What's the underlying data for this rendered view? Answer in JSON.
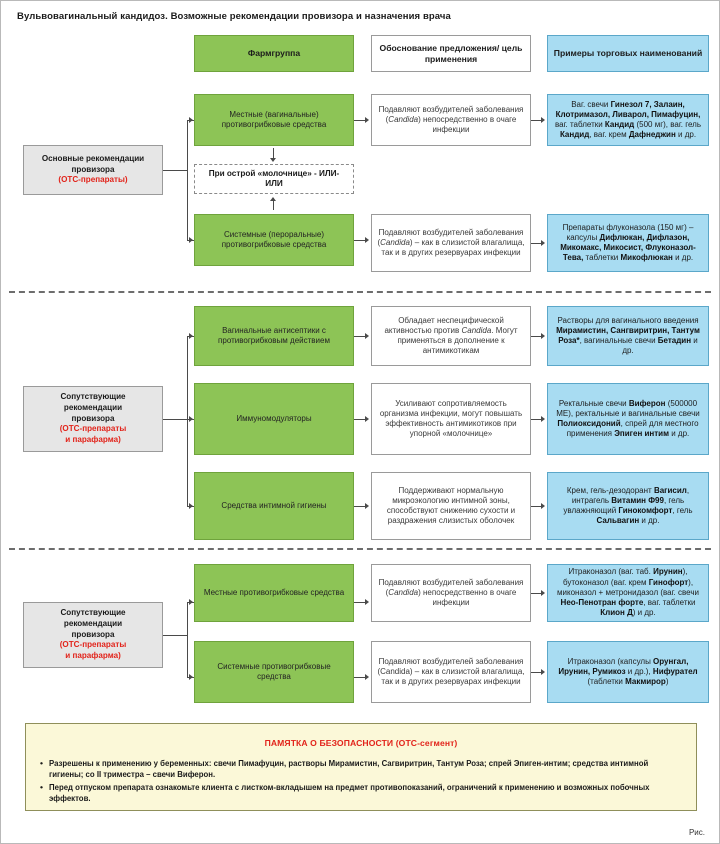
{
  "title": "Вульвовагинальный кандидоз. Возможные рекомендации провизора и назначения врача",
  "figure_label": "Рис.",
  "headers": {
    "pharm_group": "Фармгруппа",
    "rationale": "Обоснование предложения/ цель применения",
    "brands": "Примеры торговых наименований"
  },
  "sections": [
    {
      "id": "section-main",
      "source_label_line1": "Основные рекомендации",
      "source_label_line2": "провизора",
      "source_label_line3": "(ОТС-препараты)",
      "or_box": "При острой «молочнице» - ИЛИ-ИЛИ",
      "rows": [
        {
          "group": "Местные (вагинальные) противогрибковые средства",
          "rationale": "Подавляют возбудителей заболевания (Candida) непосредственно в очаге инфекции",
          "brands": "Ваг. свечи Гинезол 7, Залаин, Клотримазол, Ливарол, Пимафуцин, ваг. таблетки Кандид (500 мг), ваг. гель Кандид, ваг. крем Дафнеджин и др."
        },
        {
          "group": "Системные (пероральные) противогрибковые средства",
          "rationale": "Подавляют возбудителей заболевания (Candida) – как в слизистой влагалища, так и в других резервуарах инфекции",
          "brands": "Препараты флуконазола (150 мг) – капсулы Дифлюкан, Дифлазон, Микомакс, Микосист, Флуконазол-Тева, таблетки Микофлюкан и др."
        }
      ]
    },
    {
      "id": "section-adjunct",
      "source_label_line1": "Сопутствующие",
      "source_label_line2": "рекомендации",
      "source_label_line3": "провизора",
      "source_label_line4": "(ОТС-препараты",
      "source_label_line5": "и парафарма)",
      "rows": [
        {
          "group": "Вагинальные антисептики с противогрибковым действием",
          "rationale": "Обладает неспецифической активностью против Candida. Могут применяться в дополнение к антимикотикам",
          "brands": "Растворы для вагинального введения Мирамистин, Сангвиритрин, Тантум Роза*, вагинальные свечи Бетадин и др."
        },
        {
          "group": "Иммуномодуляторы",
          "rationale": "Усиливают сопротивляемость организма инфекции, могут повышать эффективность антимикотиков при упорной «молочнице»",
          "brands": "Ректальные свечи Виферон (500000 МЕ), ректальные и вагинальные свечи Полиоксидоний, спрей для местного применения Эпиген интим и др."
        },
        {
          "group": "Средства интимной гигиены",
          "rationale": "Поддерживают нормальную микроэкологию интимной зоны, способствуют снижению сухости и раздражения слизистых оболочек",
          "brands": "Крем, гель-дезодорант Вагисил, интрагель Витамин Ф99, гель увлажняющий Гинокомфорт, гель Сальвагин и др."
        }
      ]
    },
    {
      "id": "section-rx",
      "source_label_line1": "Сопутствующие",
      "source_label_line2": "рекомендации",
      "source_label_line3": "провизора",
      "source_label_line4": "(ОТС-препараты",
      "source_label_line5": "и парафарма)",
      "rows": [
        {
          "group": "Местные противогрибковые средства",
          "rationale": "Подавляют возбудителей заболевания (Candida) непосредственно в очаге инфекции",
          "brands": "Итраконазол (ваг. таб. Ирунин), бутоконазол (ваг. крем Гинофорт), миконазол + метронидазол (ваг. свечи Нео-Пенотран форте, ваг. таблетки Клион Д) и др."
        },
        {
          "group": "Системные противогрибковые средства",
          "rationale": "Подавляют возбудителей заболевания (Candida) – как в слизистой влагалища, так и в других резервуарах инфекции",
          "brands": "Итраконазол (капсулы Орунгал, Ирунин, Румикоз и др.), Нифурател (таблетки Макмирор)"
        }
      ]
    }
  ],
  "safety": {
    "title": "ПАМЯТКА О БЕЗОПАСНОСТИ (ОТС-сегмент)",
    "items": [
      "Разрешены к применению у беременных: свечи Пимафуцин, растворы Мирамистин, Сагвиритрин, Тантум Роза; спрей Эпиген-интим; средства интимной гигиены; со II триместра – свечи Виферон.",
      "Перед отпуском препарата ознакомьте клиента с листком-вкладышем на предмет противопоказаний, ограничений к применению и возможных побочных эффектов."
    ]
  },
  "colors": {
    "green": "#8dc456",
    "blue": "#a8dcf2",
    "grey": "#e6e6e6",
    "yellow": "#fbf8d8",
    "red": "#e2231a"
  }
}
